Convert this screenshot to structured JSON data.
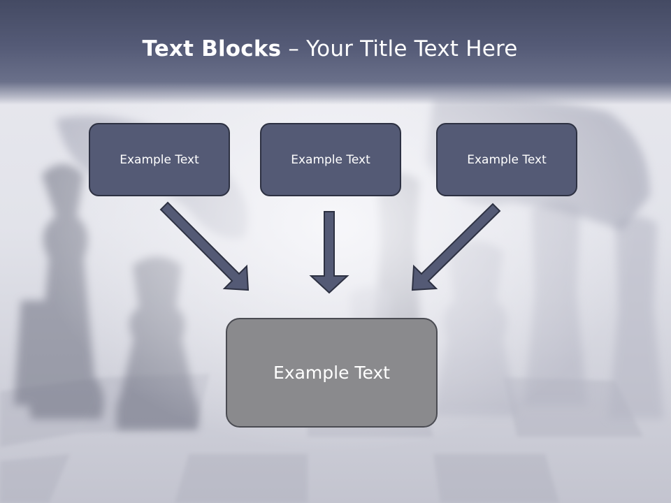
{
  "title": {
    "bold": "Text Blocks",
    "rest": " – Your Title Text Here"
  },
  "blocks": {
    "top": [
      "Example Text",
      "Example Text",
      "Example Text"
    ],
    "bottom": "Example Text"
  },
  "colors": {
    "title_band": "#4d536e",
    "top_box_fill": "#545a75",
    "top_box_border": "#2d3142",
    "bottom_box_fill": "#8a8a8d",
    "bottom_box_border": "#4a4b52",
    "arrow_fill": "#545a75",
    "arrow_stroke": "#2d3142",
    "text": "#ffffff"
  }
}
